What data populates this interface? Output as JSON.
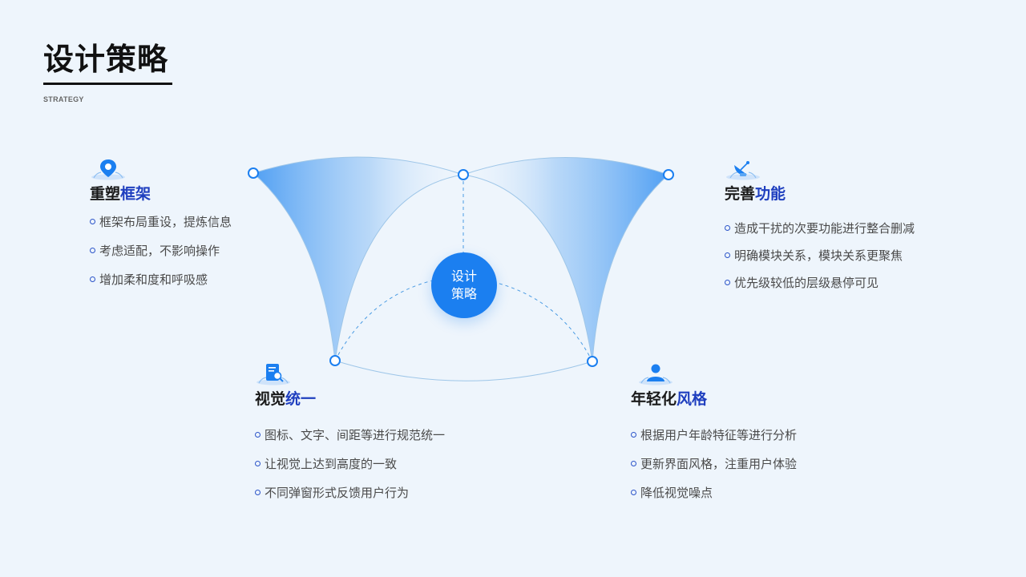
{
  "header": {
    "title": "设计策略",
    "subtitle": "STRATEGY"
  },
  "center": {
    "line1": "设计",
    "line2": "策略"
  },
  "sections": [
    {
      "icon": "location-pin-icon",
      "title_main": "重塑",
      "title_accent": "框架",
      "items": [
        "框架布局重设，提炼信息",
        "考虑适配，不影响操作",
        "增加柔和度和呼吸感"
      ]
    },
    {
      "icon": "satellite-dish-icon",
      "title_main": "完善",
      "title_accent": "功能",
      "items": [
        "造成干扰的次要功能进行整合删减",
        "明确模块关系，模块关系更聚焦",
        "优先级较低的层级悬停可见"
      ]
    },
    {
      "icon": "document-search-icon",
      "title_main": "视觉",
      "title_accent": "统一",
      "items": [
        "图标、文字、间距等进行规范统一",
        "让视觉上达到高度的一致",
        "不同弹窗形式反馈用户行为"
      ]
    },
    {
      "icon": "user-icon",
      "title_main": "年轻化",
      "title_accent": "风格",
      "items": [
        "根据用户年龄特征等进行分析",
        "更新界面风格，注重用户体验",
        "降低视觉噪点"
      ]
    }
  ],
  "colors": {
    "accent": "#1b7ff0",
    "title_accent": "#1f3fbf",
    "background": "#eef5fc"
  }
}
